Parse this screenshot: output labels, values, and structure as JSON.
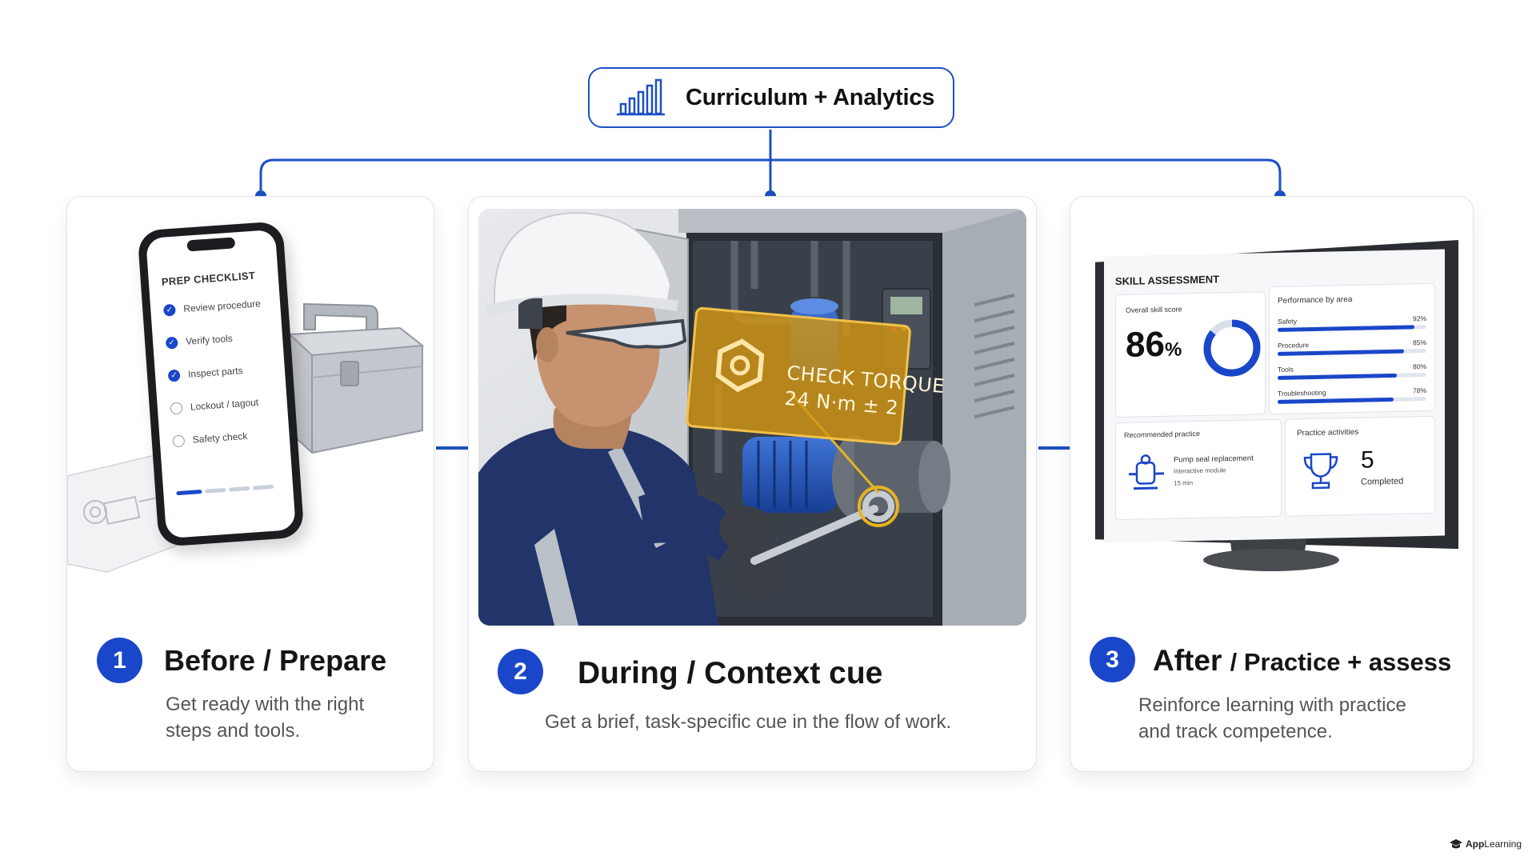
{
  "header": {
    "title": "Curriculum + Analytics",
    "icon": "bar-chart-icon"
  },
  "steps": [
    {
      "number": "1",
      "title_main": "Before / Prepare",
      "title_sub": "",
      "description": "Get ready with the right steps and tools."
    },
    {
      "number": "2",
      "title_main": "During / Context cue",
      "title_sub": "",
      "description": "Get a brief, task-specific cue in the flow of work."
    },
    {
      "number": "3",
      "title_main": "After",
      "title_sub": "/ Practice + assess",
      "description": "Reinforce learning with practice and track competence."
    }
  ],
  "phone": {
    "title": "PREP CHECKLIST",
    "items": [
      {
        "label": "Review procedure",
        "checked": true
      },
      {
        "label": "Verify tools",
        "checked": true
      },
      {
        "label": "Inspect parts",
        "checked": true
      },
      {
        "label": "Lockout / tagout",
        "checked": false
      },
      {
        "label": "Safety check",
        "checked": false
      }
    ]
  },
  "cue": {
    "line1": "CHECK TORQUE",
    "line2": "24 N·m ± 2"
  },
  "assessment": {
    "title": "SKILL ASSESSMENT",
    "overall_label": "Overall skill score",
    "overall_value": "86",
    "overall_unit": "%",
    "overall_fraction": 0.86,
    "performance_title": "Performance by area",
    "areas": [
      {
        "label": "Safety",
        "value": "92%",
        "fraction": 0.92
      },
      {
        "label": "Procedure",
        "value": "85%",
        "fraction": 0.85
      },
      {
        "label": "Tools",
        "value": "80%",
        "fraction": 0.8
      },
      {
        "label": "Troubleshooting",
        "value": "78%",
        "fraction": 0.78
      }
    ],
    "recommended_title": "Recommended practice",
    "recommended_line1": "Pump seal replacement",
    "recommended_line2": "Interactive module",
    "recommended_line3": "15 min",
    "activities_title": "Practice activities",
    "activities_count": "5",
    "activities_label": "Completed"
  },
  "footer": {
    "brand_bold": "App",
    "brand_rest": "Learning"
  },
  "colors": {
    "accent": "#1a47c9",
    "cue": "#d9a21b"
  }
}
